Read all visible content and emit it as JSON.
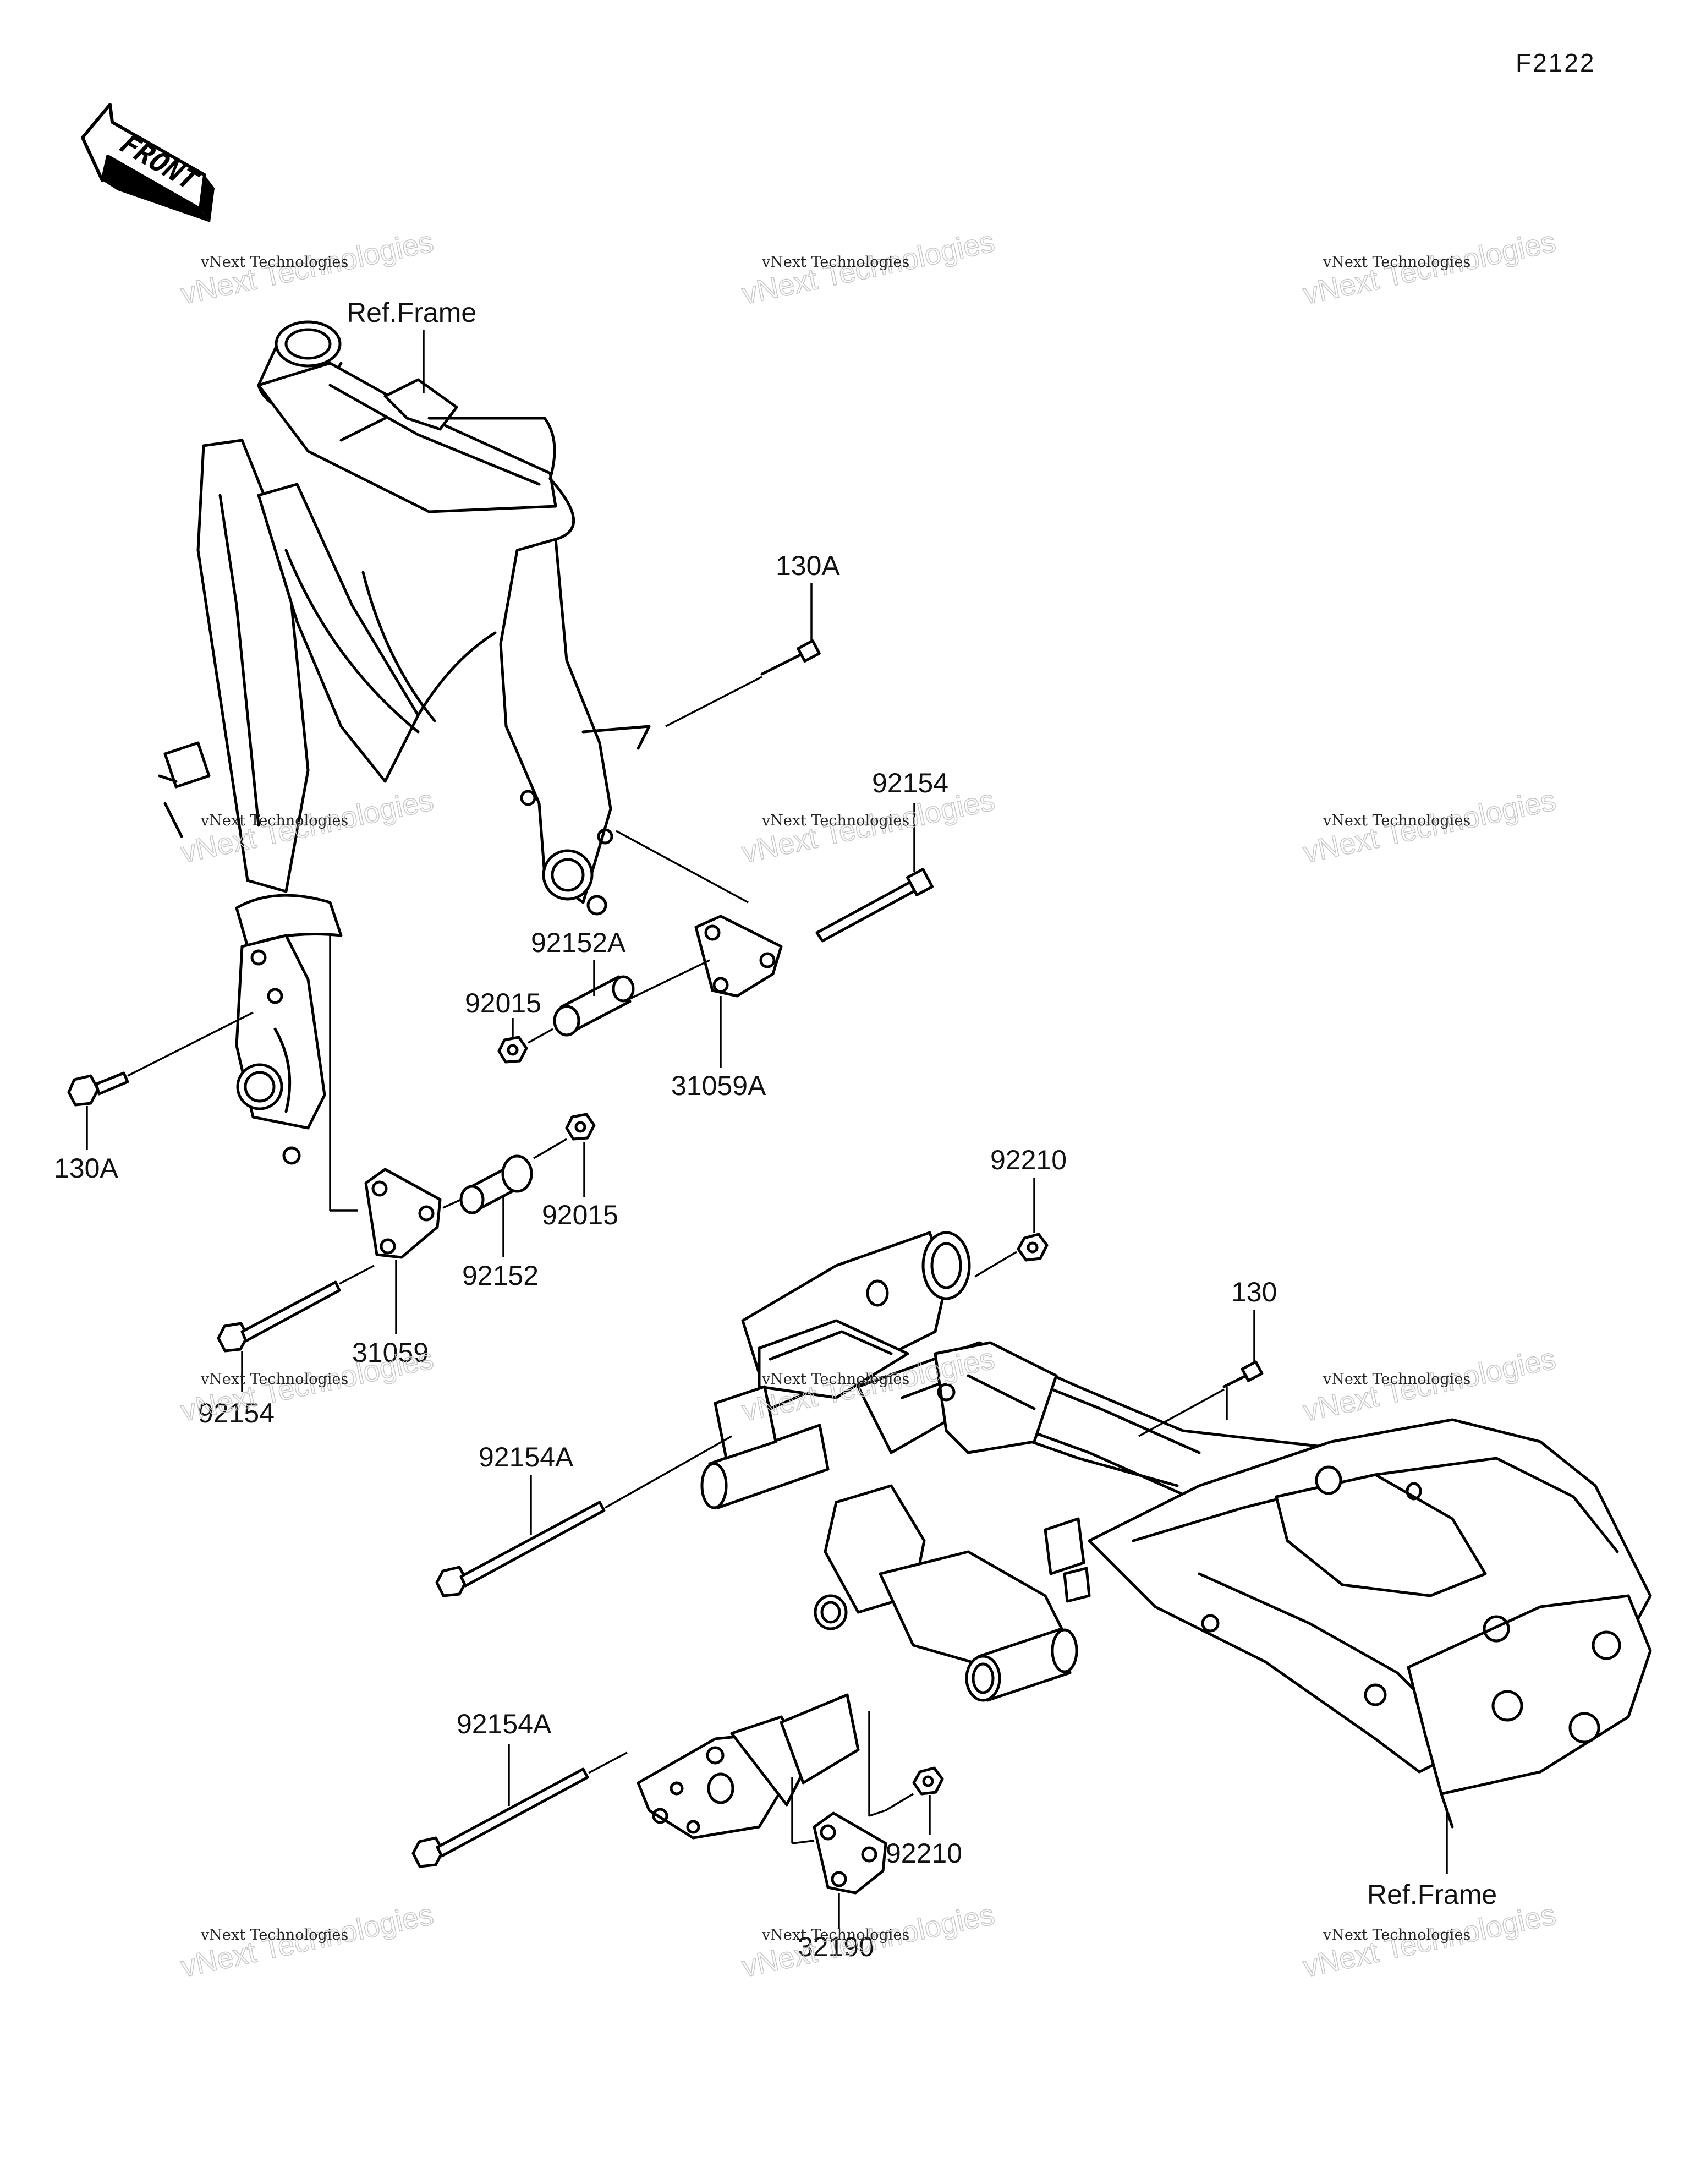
{
  "diagram": {
    "code": "F2122",
    "front_label": "FRONT",
    "ref_frame_label": "Ref.Frame",
    "parts": {
      "p_130A_top": "130A",
      "p_130A_left": "130A",
      "p_92154_top": "92154",
      "p_92154_left": "92154",
      "p_92152A": "92152A",
      "p_92015_a": "92015",
      "p_92015_b": "92015",
      "p_31059A": "31059A",
      "p_31059": "31059",
      "p_92152": "92152",
      "p_92210_top": "92210",
      "p_92210_bottom": "92210",
      "p_130": "130",
      "p_92154A_top": "92154A",
      "p_92154A_bottom": "92154A",
      "p_32190": "32190"
    },
    "watermark": {
      "line1": "vNext Technologies",
      "line2": "vNext Technologies"
    }
  }
}
